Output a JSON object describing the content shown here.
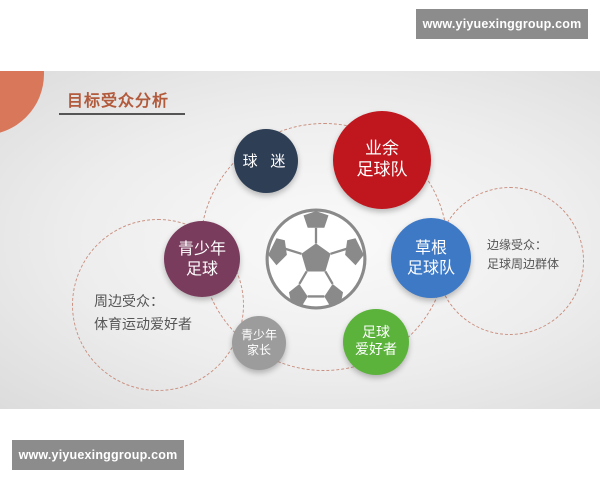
{
  "watermark": {
    "top": "www.yiyuexinggroup.com",
    "bottom": "www.yiyuexinggroup.com"
  },
  "slide": {
    "title": "目标受众分析",
    "nodes": {
      "qiumi": "球 迷",
      "yeyu": [
        "业余",
        "足球队"
      ],
      "caogen": [
        "草根",
        "足球队"
      ],
      "zuqiu_aihaozhe": [
        "足球",
        "爱好者"
      ],
      "qingshaonian_jiazhang": [
        "青少年",
        "家长"
      ],
      "qingshaonian_zuqiu": [
        "青少年",
        "足球"
      ]
    },
    "notes": {
      "left": [
        "周边受众：",
        "体育运动爱好者"
      ],
      "right": [
        "边缘受众：",
        "足球周边群体"
      ]
    }
  },
  "colors": {
    "accent": "#b25a3c",
    "qiumi": "#2e3e55",
    "yeyu": "#c0161d",
    "caogen": "#3e79c6",
    "zuqiu_aihaozhe": "#5bb33c",
    "qingshaonian_jiazhang": "#9c9c9c",
    "qingshaonian_zuqiu": "#7a3c5c"
  },
  "icons": [
    "soccer-ball-icon"
  ]
}
